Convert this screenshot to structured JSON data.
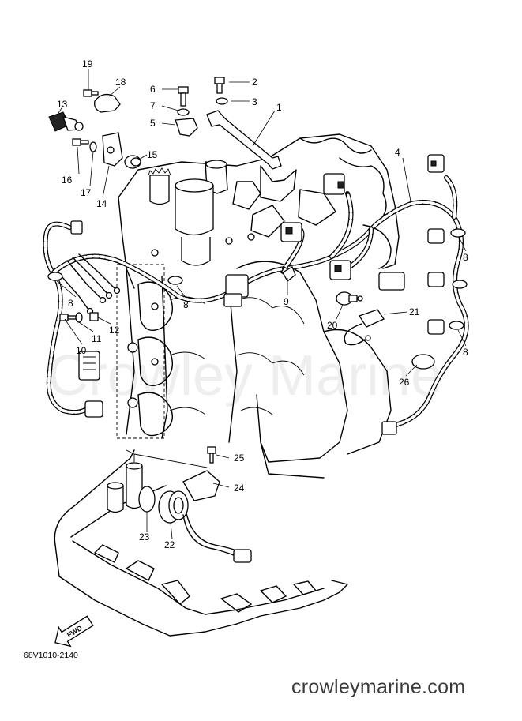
{
  "diagram": {
    "callouts": [
      {
        "id": "1",
        "label": "1"
      },
      {
        "id": "2",
        "label": "2"
      },
      {
        "id": "3",
        "label": "3"
      },
      {
        "id": "4",
        "label": "4"
      },
      {
        "id": "5",
        "label": "5"
      },
      {
        "id": "6",
        "label": "6"
      },
      {
        "id": "7",
        "label": "7"
      },
      {
        "id": "8a",
        "label": "8"
      },
      {
        "id": "8b",
        "label": "8"
      },
      {
        "id": "8c",
        "label": "8"
      },
      {
        "id": "8d",
        "label": "8"
      },
      {
        "id": "9",
        "label": "9"
      },
      {
        "id": "10",
        "label": "10"
      },
      {
        "id": "11",
        "label": "11"
      },
      {
        "id": "12",
        "label": "12"
      },
      {
        "id": "13",
        "label": "13"
      },
      {
        "id": "14",
        "label": "14"
      },
      {
        "id": "15",
        "label": "15"
      },
      {
        "id": "16",
        "label": "16"
      },
      {
        "id": "17",
        "label": "17"
      },
      {
        "id": "18",
        "label": "18"
      },
      {
        "id": "19",
        "label": "19"
      },
      {
        "id": "20",
        "label": "20"
      },
      {
        "id": "21",
        "label": "21"
      },
      {
        "id": "22",
        "label": "22"
      },
      {
        "id": "23",
        "label": "23"
      },
      {
        "id": "24",
        "label": "24"
      },
      {
        "id": "25",
        "label": "25"
      },
      {
        "id": "26",
        "label": "26"
      }
    ],
    "direction_label": "FWD",
    "part_code": "68V1010-2140",
    "watermark": "Crowley Marine",
    "site_url": "crowleymarine.com"
  }
}
